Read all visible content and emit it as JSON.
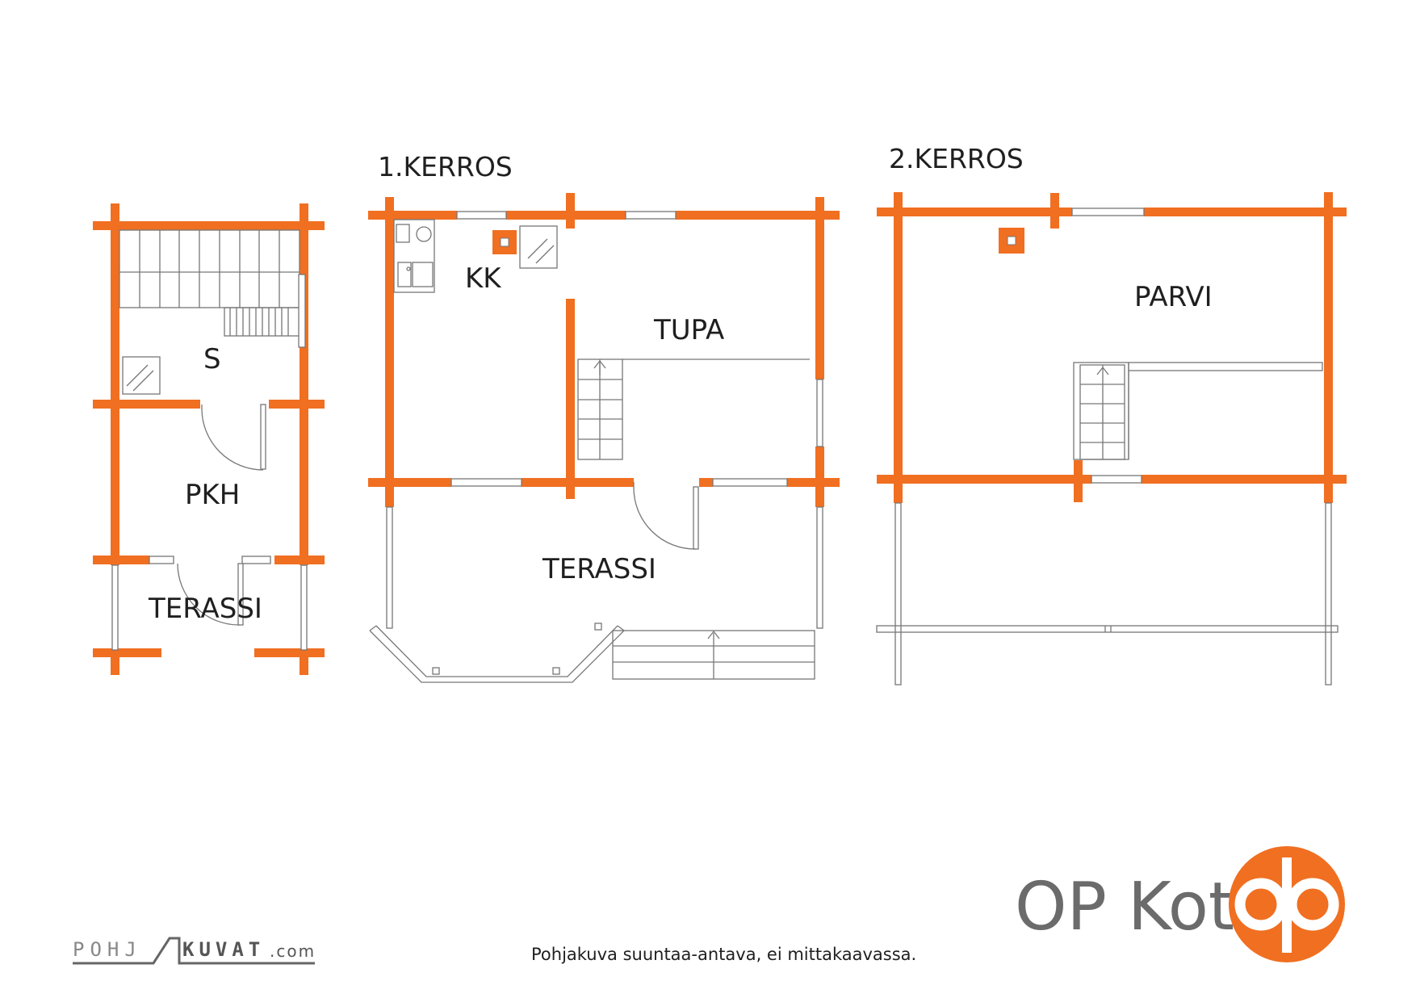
{
  "floors": {
    "first": "1.KERROS",
    "second": "2.KERROS"
  },
  "rooms": {
    "sauna": "S",
    "washroom": "PKH",
    "sauna_terrace": "TERASSI",
    "kitchen": "KK",
    "living_room": "TUPA",
    "main_terrace": "TERASSI",
    "loft": "PARVI"
  },
  "footer": {
    "disclaimer": "Pohjakuva suuntaa-antava, ei mittakaavassa.",
    "brand": "OP Koti",
    "watermark_left": "POHJ",
    "watermark_right": "KUVAT",
    "watermark_suffix": ".com"
  },
  "colors": {
    "wall": "#f06f21",
    "line": "#777777",
    "text": "#1f1f1f",
    "brand_text": "#6b6b6b"
  },
  "icons": {
    "logo": "op-logo-icon"
  }
}
